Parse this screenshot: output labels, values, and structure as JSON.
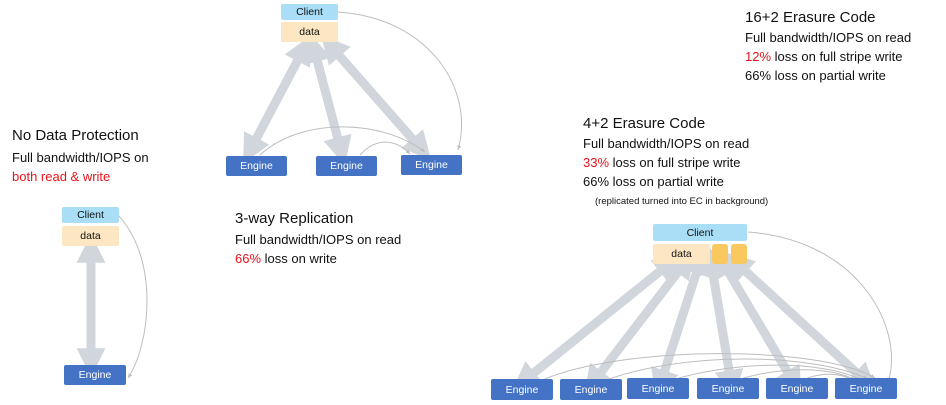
{
  "colors": {
    "client": "#a9def6",
    "data": "#fde7c2",
    "engine": "#4472c4",
    "parity": "#f9c85f",
    "arrow": "#d0d6dc",
    "loss_highlight": "#e8141b"
  },
  "labels": {
    "client": "Client",
    "data": "data",
    "engine": "Engine"
  },
  "no_protection": {
    "title": "No Data Protection",
    "line1": "Full bandwidth/IOPS on",
    "line2": "both read & write"
  },
  "replication": {
    "title": "3-way Replication",
    "line1": "Full bandwidth/IOPS on read",
    "loss_pct": "66%",
    "loss_rest": " loss on write"
  },
  "ec_4_2": {
    "title": "4+2 Erasure Code",
    "line1": "Full bandwidth/IOPS on read",
    "loss_pct": "33%",
    "loss_rest": " loss on full stripe write",
    "line3": "66% loss on partial write",
    "note": "(replicated turned into EC in background)"
  },
  "ec_16_2": {
    "title": "16+2 Erasure Code",
    "line1": "Full bandwidth/IOPS on read",
    "loss_pct": "12%",
    "loss_rest": " loss on full stripe write",
    "line3": "66% loss on partial write"
  }
}
